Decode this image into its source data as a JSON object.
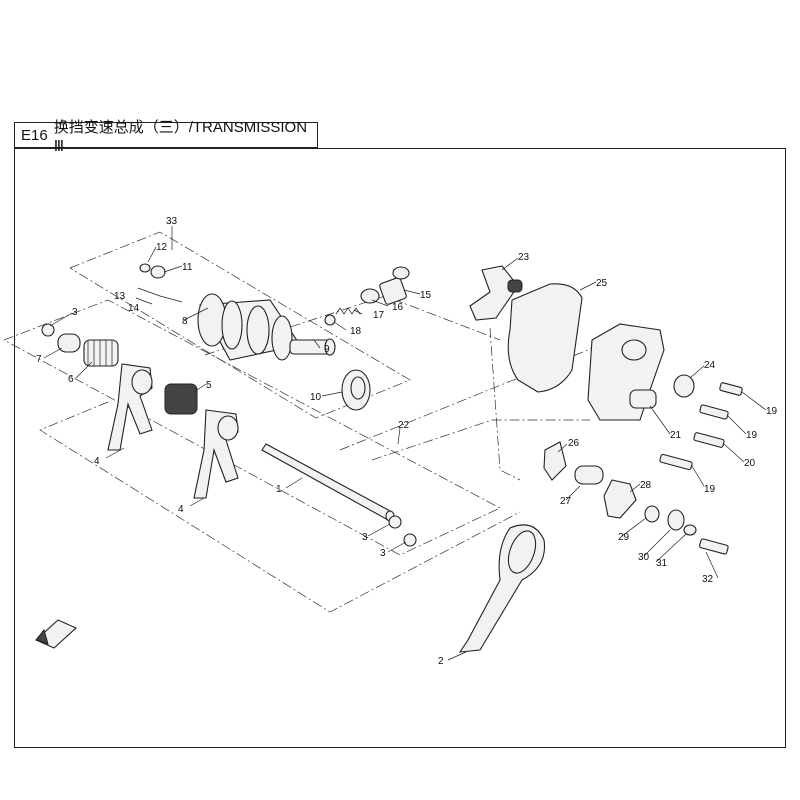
{
  "header": {
    "code": "E16",
    "title": "换挡变速总成（三）/TRANSMISSION Ⅲ"
  },
  "labels": [
    "1",
    "2",
    "3",
    "3",
    "3",
    "4",
    "4",
    "5",
    "6",
    "7",
    "8",
    "9",
    "10",
    "11",
    "12",
    "13",
    "14",
    "15",
    "16",
    "17",
    "18",
    "19",
    "19",
    "19",
    "20",
    "21",
    "22",
    "23",
    "24",
    "25",
    "26",
    "27",
    "28",
    "29",
    "30",
    "31",
    "32",
    "33"
  ],
  "icons": {
    "front_arrow": "front-arrow-icon"
  }
}
